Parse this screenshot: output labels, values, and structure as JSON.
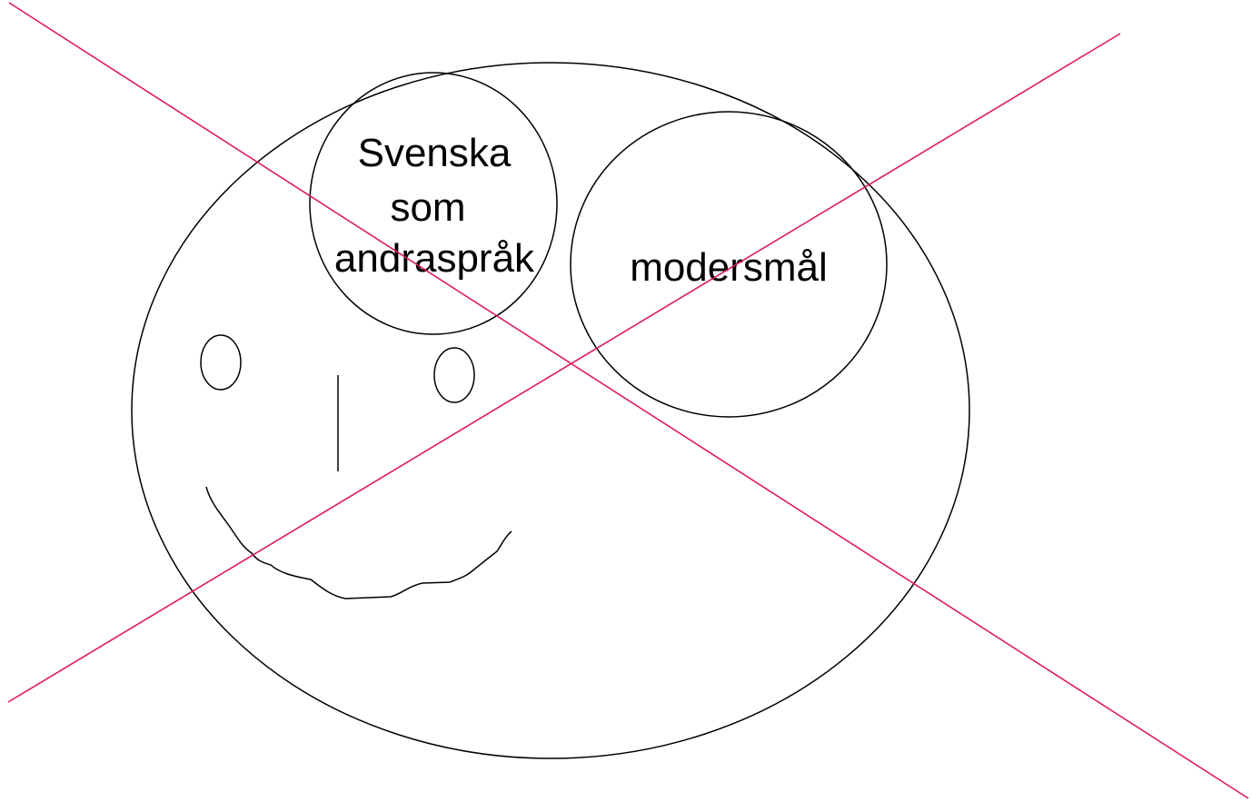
{
  "labels": {
    "left_circle": [
      "Svenska",
      "som",
      "andraspråk"
    ],
    "right_circle": "modersmål"
  },
  "colors": {
    "stroke": "#000000",
    "cross": "#e0195a",
    "background": "#ffffff"
  }
}
